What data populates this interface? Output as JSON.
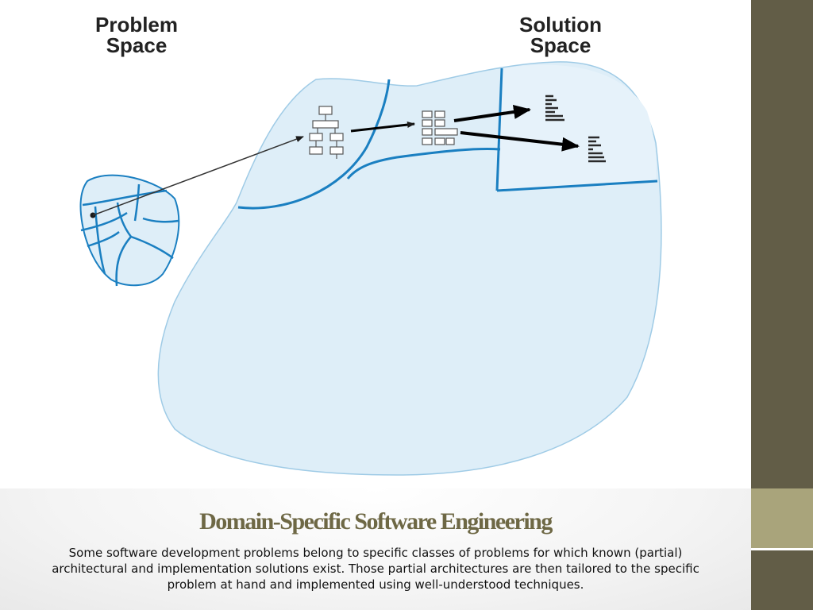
{
  "labels": {
    "problem_space_line1": "Problem",
    "problem_space_line2": "Space",
    "solution_space_line1": "Solution",
    "solution_space_line2": "Space"
  },
  "slide": {
    "title": "Domain-Specific Software Engineering",
    "body": "Some software development problems belong to specific classes of problems for which known (partial) architectural and implementation solutions exist. Those partial architectures are then tailored to the specific problem at hand and implemented using well-understood techniques."
  },
  "colors": {
    "region_fill": "#deeef8",
    "region_stroke": "#1a7fc1",
    "title_color": "#6e6845",
    "sidebar": "#625d47",
    "sidebar_accent": "#a9a47b"
  }
}
